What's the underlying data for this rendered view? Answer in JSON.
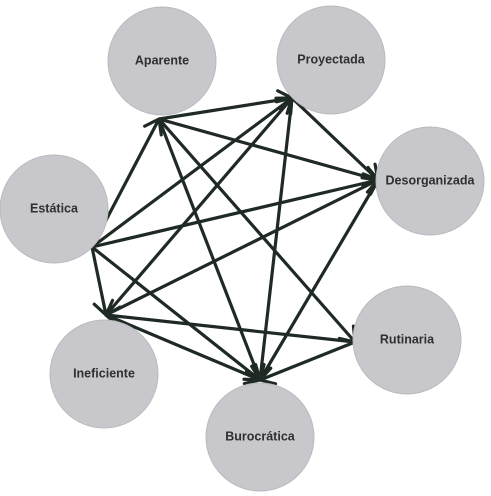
{
  "nodes": [
    {
      "id": "aparente",
      "label": "Aparente"
    },
    {
      "id": "proyectada",
      "label": "Proyectada"
    },
    {
      "id": "desorganizada",
      "label": "Desorganizada"
    },
    {
      "id": "rutinaria",
      "label": "Rutinaria"
    },
    {
      "id": "burocratica",
      "label": "Burocrática"
    },
    {
      "id": "ineficiente",
      "label": "Ineficiente"
    },
    {
      "id": "estatica",
      "label": "Estática"
    }
  ],
  "edges": [
    {
      "from": "aparente",
      "to": "proyectada"
    },
    {
      "from": "aparente",
      "to": "desorganizada"
    },
    {
      "from": "aparente",
      "to": "burocratica"
    },
    {
      "from": "aparente",
      "to": "rutinaria"
    },
    {
      "from": "estatica",
      "to": "aparente"
    },
    {
      "from": "estatica",
      "to": "proyectada"
    },
    {
      "from": "estatica",
      "to": "desorganizada"
    },
    {
      "from": "estatica",
      "to": "ineficiente"
    },
    {
      "from": "estatica",
      "to": "burocratica"
    },
    {
      "from": "proyectada",
      "to": "desorganizada"
    },
    {
      "from": "proyectada",
      "to": "burocratica"
    },
    {
      "from": "ineficiente",
      "to": "proyectada"
    },
    {
      "from": "ineficiente",
      "to": "desorganizada"
    },
    {
      "from": "ineficiente",
      "to": "burocratica"
    },
    {
      "from": "rutinaria",
      "to": "ineficiente"
    },
    {
      "from": "rutinaria",
      "to": "burocratica"
    },
    {
      "from": "burocratica",
      "to": "desorganizada"
    }
  ],
  "colors": {
    "node_fill": "#c8c8cc",
    "edge": "#1f2a24",
    "label": "#2f2f2f"
  }
}
